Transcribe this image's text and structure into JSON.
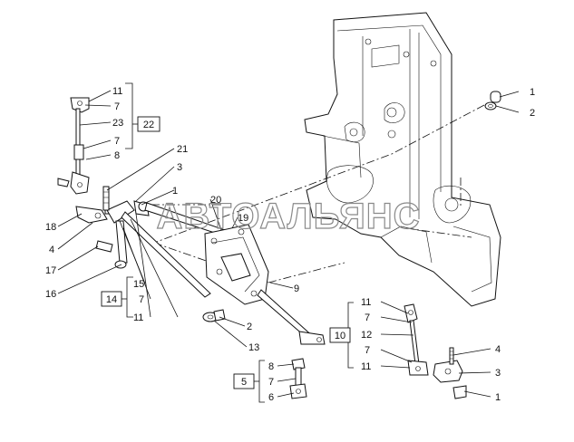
{
  "watermark": "АВТОАЛЬЯНС",
  "callouts": {
    "c1_top": "1",
    "c2_top": "2",
    "c11_a": "11",
    "c7_a": "7",
    "c23": "23",
    "c7_b": "7",
    "c8_a": "8",
    "c22": "22",
    "c21": "21",
    "c3_a": "3",
    "c1_mid": "1",
    "c20": "20",
    "c19": "19",
    "c18": "18",
    "c4_a": "4",
    "c17": "17",
    "c16": "16",
    "c15": "15",
    "c14": "14",
    "c7_c": "7",
    "c11_b": "11",
    "c9": "9",
    "c2_bot": "2",
    "c13": "13",
    "c8_b": "8",
    "c7_d": "7",
    "c6": "6",
    "c5": "5",
    "c11_c": "11",
    "c7_e": "7",
    "c12": "12",
    "c10": "10",
    "c7_f": "7",
    "c11_d": "11",
    "c4_b": "4",
    "c3_b": "3",
    "c1_bot": "1"
  }
}
